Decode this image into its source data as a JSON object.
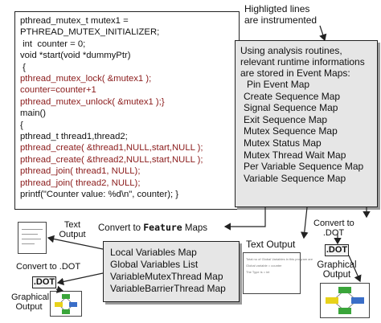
{
  "code_lines": [
    {
      "text": "pthread_mutex_t mutex1 =",
      "highlight": false
    },
    {
      "text": "PTHREAD_MUTEX_INITIALIZER;",
      "highlight": false
    },
    {
      "text": " int  counter = 0;",
      "highlight": false
    },
    {
      "text": "void *start(void *dummyPtr)",
      "highlight": false
    },
    {
      "text": " {",
      "highlight": false
    },
    {
      "text": "pthread_mutex_lock( &mutex1 );",
      "highlight": true
    },
    {
      "text": "counter=counter+1",
      "highlight": true
    },
    {
      "text": "pthread_mutex_unlock( &mutex1 );}",
      "highlight": true
    },
    {
      "text": "main()",
      "highlight": false
    },
    {
      "text": "{",
      "highlight": false
    },
    {
      "text": "pthread_t thread1,thread2;",
      "highlight": false
    },
    {
      "text": "pthread_create( &thread1,NULL,start,NULL );",
      "highlight": true
    },
    {
      "text": "pthread_create( &thread2,NULL,start,NULL );",
      "highlight": true
    },
    {
      "text": "pthread_join( thread1, NULL);",
      "highlight": true
    },
    {
      "text": "pthread_join( thread2, NULL);",
      "highlight": true
    },
    {
      "text": "printf(\"Counter value: %d\\n\", counter); }",
      "highlight": false
    }
  ],
  "highlight_note": [
    "Highligted lines",
    "are instrumented"
  ],
  "events_intro": [
    "Using analysis routines,",
    "relevant runtime informations",
    "are stored in   Event   Maps:"
  ],
  "event_maps": [
    "Pin Event Map",
    "Create Sequence Map",
    "Signal Sequence Map",
    "Exit Sequence Map",
    "Mutex Sequence Map",
    "Mutex Status Map",
    "Mutex Thread Wait Map",
    "Per Variable Sequence Map",
    "Variable Sequence Map"
  ],
  "convert_feature": {
    "prefix": "Convert to ",
    "emph": "Feature",
    "suffix": " Maps"
  },
  "feature_maps": [
    "Local Variables Map",
    "Global Variables List",
    "VariableMutexThread Map",
    "VariableBarrierThread Map"
  ],
  "left_outputs": {
    "text_output": [
      "Text",
      "Output"
    ],
    "convert_dot": "Convert to .DOT",
    "dot": ".DOT",
    "graphical_output": [
      "Graphical",
      "Output"
    ]
  },
  "right_outputs": {
    "text_output": "Text Output",
    "convert_dot": [
      "Convert to",
      ".DOT"
    ],
    "dot": ".DOT",
    "graphical_output": [
      "Graphical",
      "Output"
    ]
  },
  "thumb_text_lines": [
    "Total no of Global Variables in this program are",
    "Global variable = counter",
    "The Type is = int"
  ],
  "colors": {
    "highlight_code": "#8a1a1a",
    "map_box_fill": "#e6e6e6",
    "node_green": "#3aa53a",
    "node_yellow": "#e8d21a",
    "node_blue": "#3a6ec8"
  }
}
